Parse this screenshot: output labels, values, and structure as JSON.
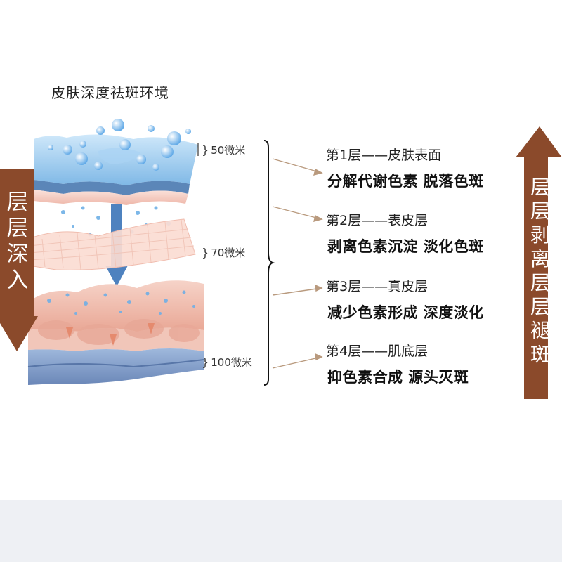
{
  "title": "皮肤深度祛斑环境",
  "depths": [
    {
      "label": "50微米"
    },
    {
      "label": "70微米"
    },
    {
      "label": "100微米"
    }
  ],
  "layers": [
    {
      "heading": "第1层——皮肤表面",
      "effect": "分解代谢色素 脱落色斑"
    },
    {
      "heading": "第2层——表皮层",
      "effect": "剥离色素沉淀  淡化色斑"
    },
    {
      "heading": "第3层——真皮层",
      "effect": "减少色素形成 深度淡化"
    },
    {
      "heading": "第4层——肌底层",
      "effect": "抑色素合成  源头灭斑"
    }
  ],
  "left_arrow": {
    "text": "层层深入",
    "color": "#8b4a2b"
  },
  "right_arrow": {
    "text": "层层剥离 层层褪斑",
    "color": "#8b4a2b"
  },
  "colors": {
    "skin_blue": "#7fb8e6",
    "skin_pink": "#f3c4b8",
    "deep_blue": "#6f8fbf",
    "connector": "#b99a7e"
  }
}
